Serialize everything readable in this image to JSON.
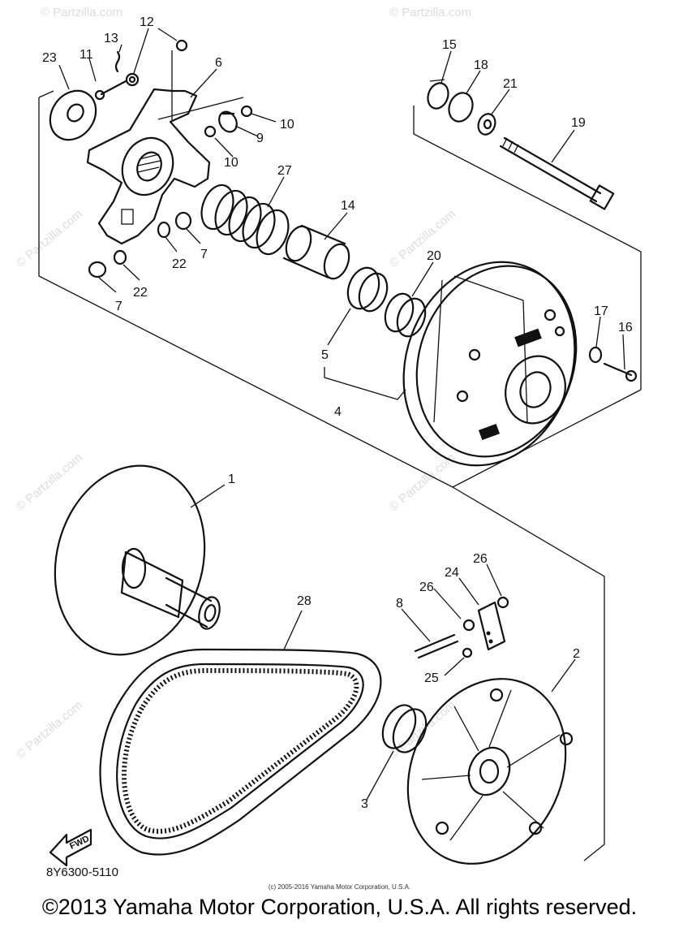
{
  "diagram": {
    "watermark": "© Partzilla.com",
    "part_code": "8Y6300-5110",
    "direction_label": "FWD",
    "source_note": "(c) 2005-2016 Yamaha Motor Corporation, U.S.A.",
    "copyright": "©2013 Yamaha Motor Corporation, U.S.A. All rights reserved.",
    "callouts": {
      "c1": "1",
      "c2": "2",
      "c3": "3",
      "c4": "4",
      "c5": "5",
      "c6": "6",
      "c7a": "7",
      "c7b": "7",
      "c8": "8",
      "c9": "9",
      "c10a": "10",
      "c10b": "10",
      "c11": "11",
      "c12": "12",
      "c13": "13",
      "c14": "14",
      "c15": "15",
      "c16": "16",
      "c17": "17",
      "c18": "18",
      "c19": "19",
      "c20": "20",
      "c21": "21",
      "c22a": "22",
      "c22b": "22",
      "c23": "23",
      "c24": "24",
      "c25": "25",
      "c26a": "26",
      "c26b": "26",
      "c27": "27",
      "c28": "28"
    }
  }
}
